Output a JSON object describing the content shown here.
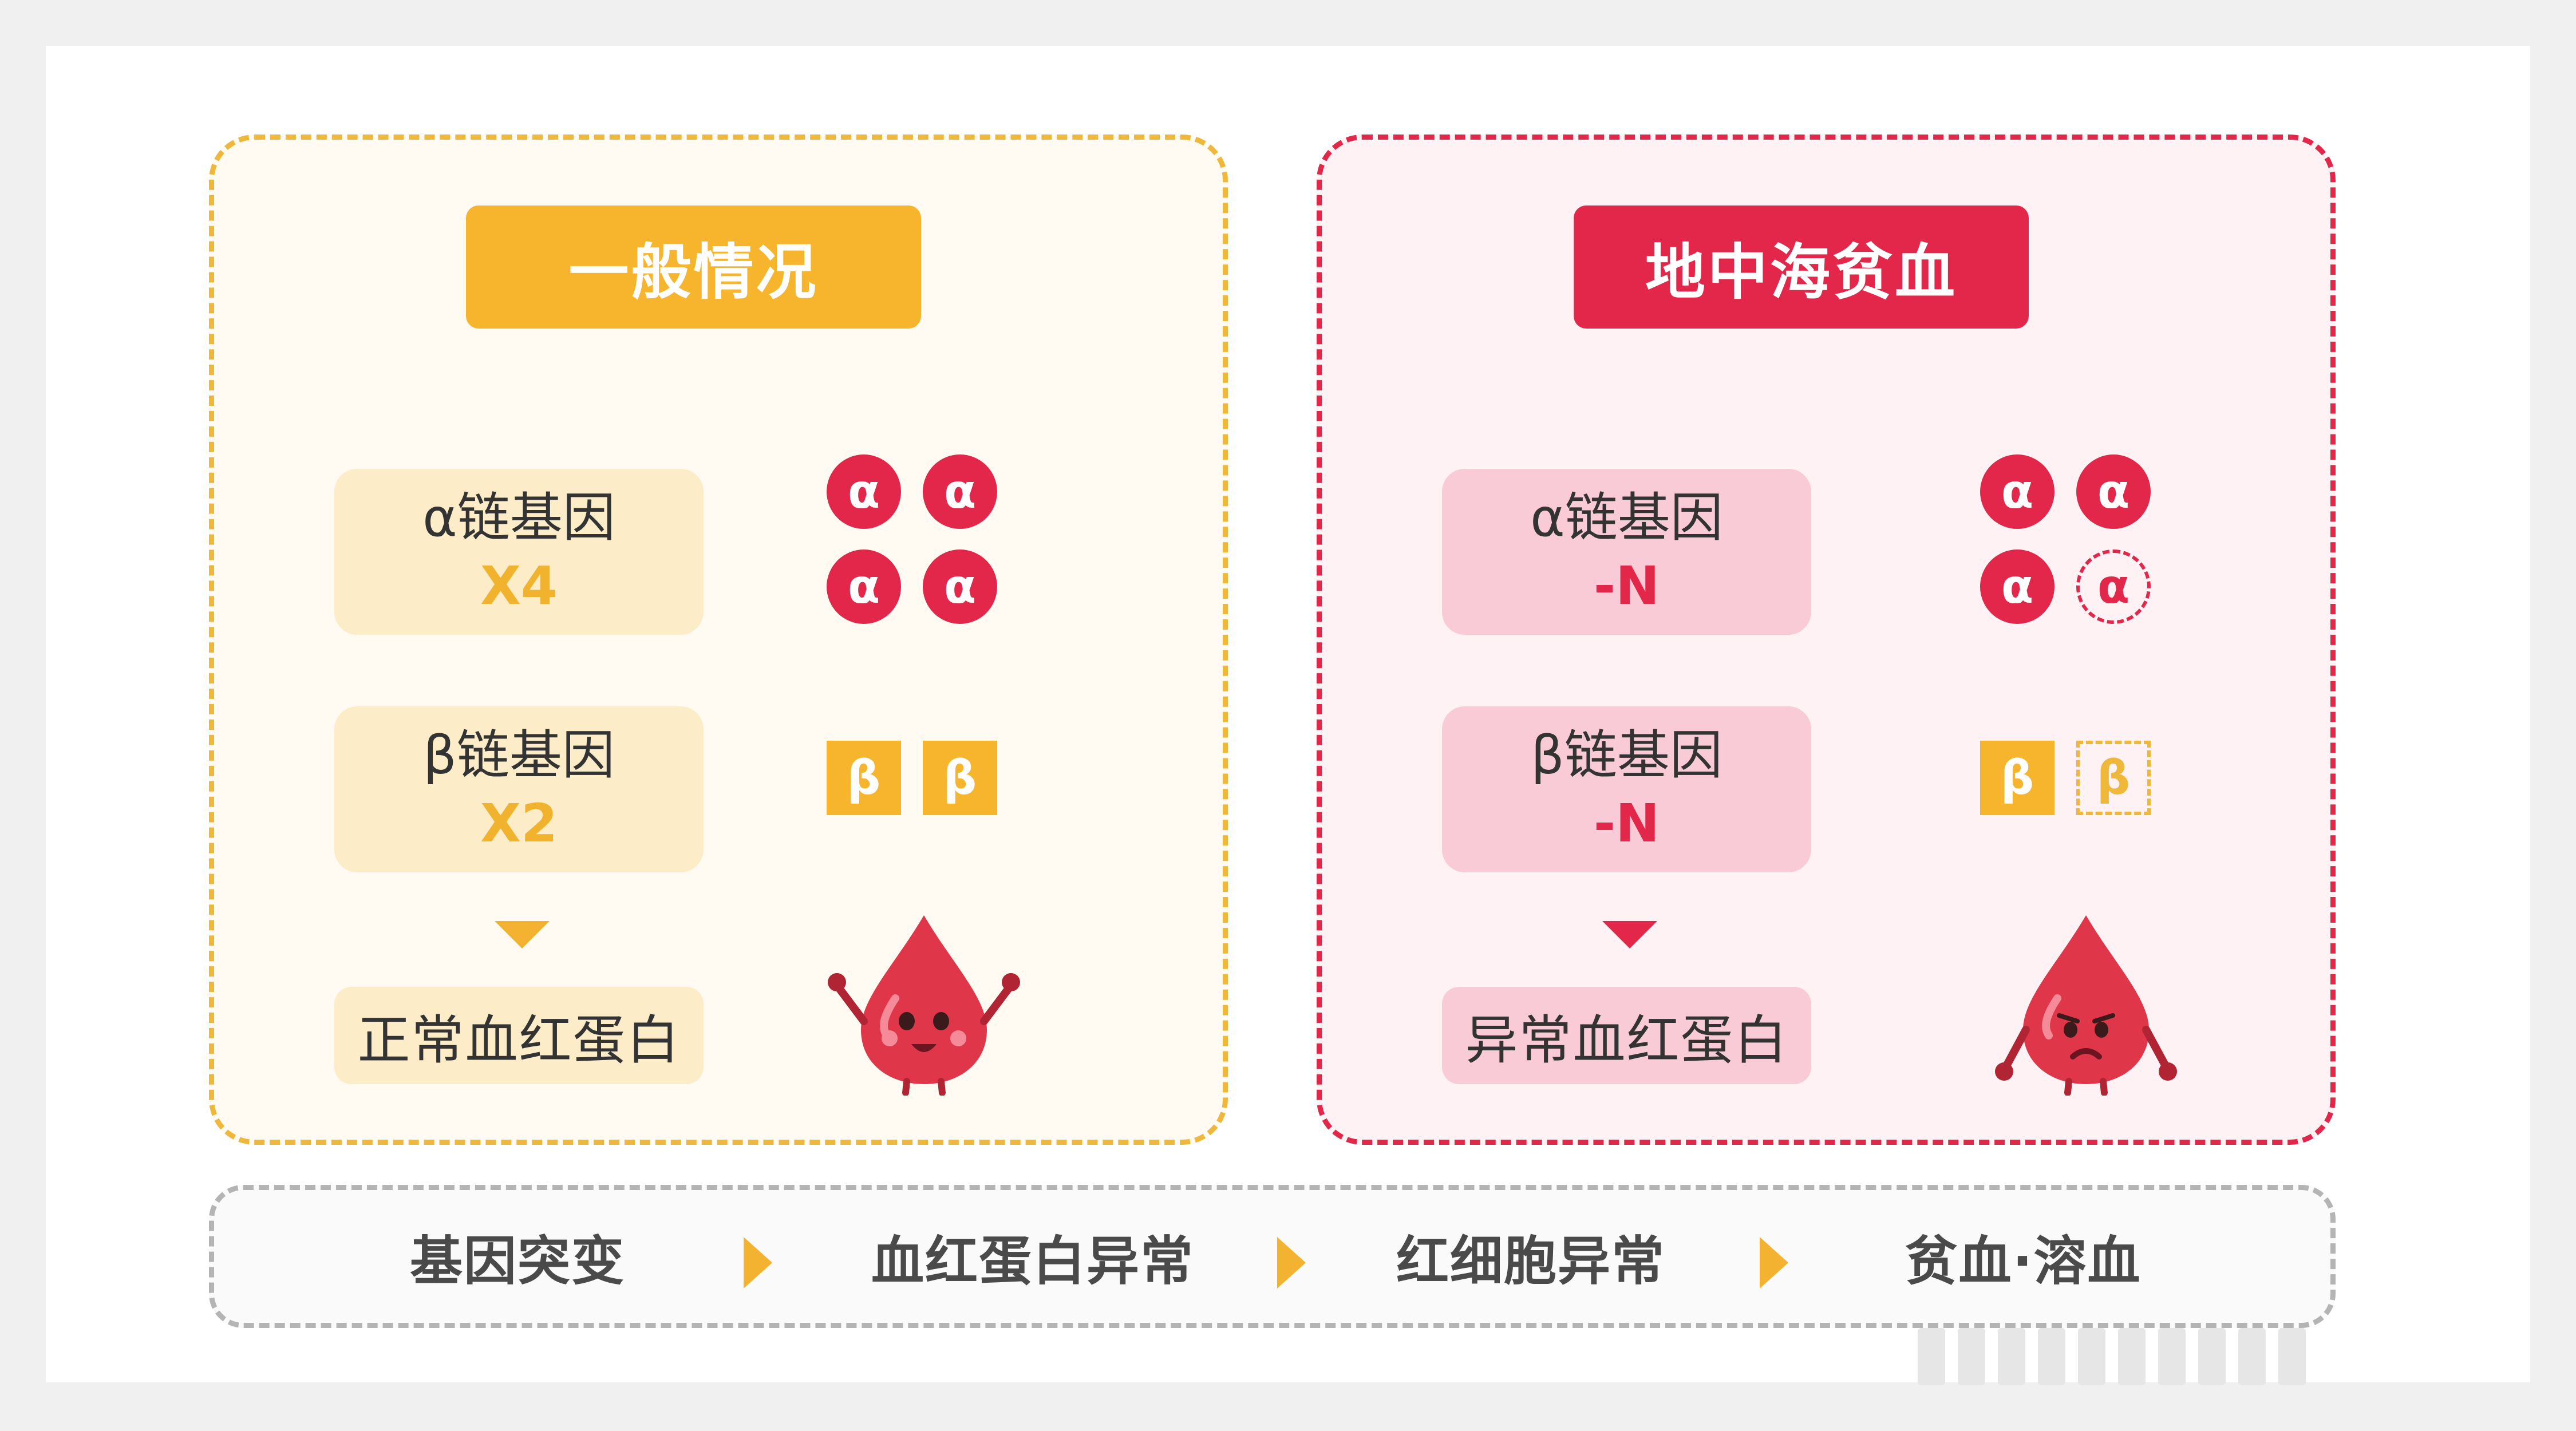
{
  "normal": {
    "title": "一般情况",
    "alpha_gene": {
      "label": "α链基因",
      "count": "X4"
    },
    "beta_gene": {
      "label": "β链基因",
      "count": "X2"
    },
    "result": "正常血红蛋白",
    "alpha_symbol": "α",
    "beta_symbol": "β",
    "mascot": "happy-blood-drop-icon"
  },
  "thalassemia": {
    "title": "地中海贫血",
    "alpha_gene": {
      "label": "α链基因",
      "count": "-N"
    },
    "beta_gene": {
      "label": "β链基因",
      "count": "-N"
    },
    "result": "异常血红蛋白",
    "alpha_symbol": "α",
    "beta_symbol": "β",
    "mascot": "sad-blood-drop-icon"
  },
  "flow": {
    "steps": [
      "基因突变",
      "血红蛋白异常",
      "红细胞异常",
      "贫血·溶血"
    ]
  },
  "colors": {
    "yellow": "#f7b52d",
    "red": "#e2274a",
    "gray_border": "#b4b4b4"
  }
}
